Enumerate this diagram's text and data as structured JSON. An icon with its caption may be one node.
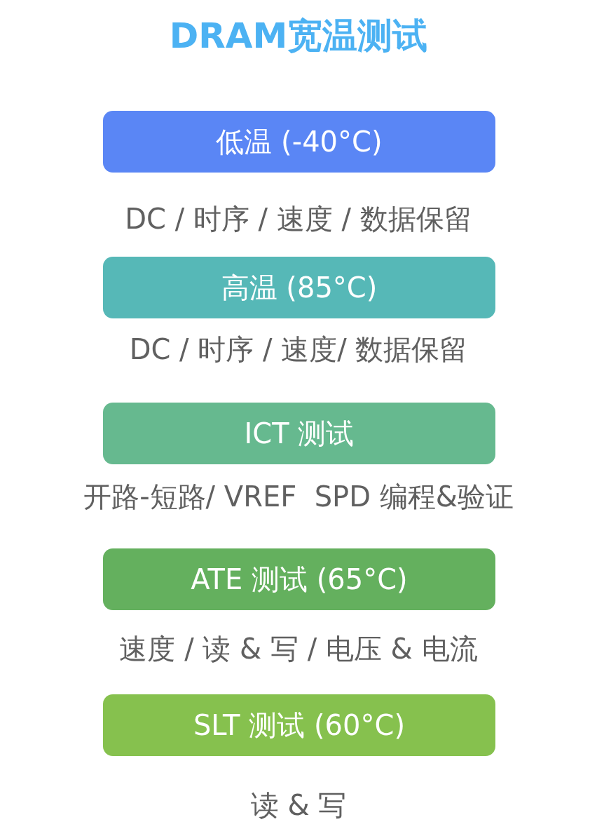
{
  "diagram": {
    "title": "DRAM宽温测试",
    "nodes": [
      {
        "text": [
          "低温 (-40°C)"
        ],
        "beside": [
          "DC / 时序 / 速度 / 数据保留"
        ]
      },
      {
        "text": [
          "高温 (85°C)"
        ],
        "beside": [
          "DC / 时序 / 速度/ 数据保留"
        ]
      },
      {
        "text": [
          "ICT 测试"
        ],
        "beside": [
          "开路-短路/ VREF  SPD 编程&验证"
        ]
      },
      {
        "text": [
          "ATE 测试 (65°C)"
        ],
        "beside": [
          "速度 / 读 & 写 / 电压 & 电流"
        ]
      },
      {
        "text": [
          "SLT 测试 (60°C)"
        ],
        "beside": [
          "读 & 写"
        ]
      }
    ],
    "edges": []
  }
}
